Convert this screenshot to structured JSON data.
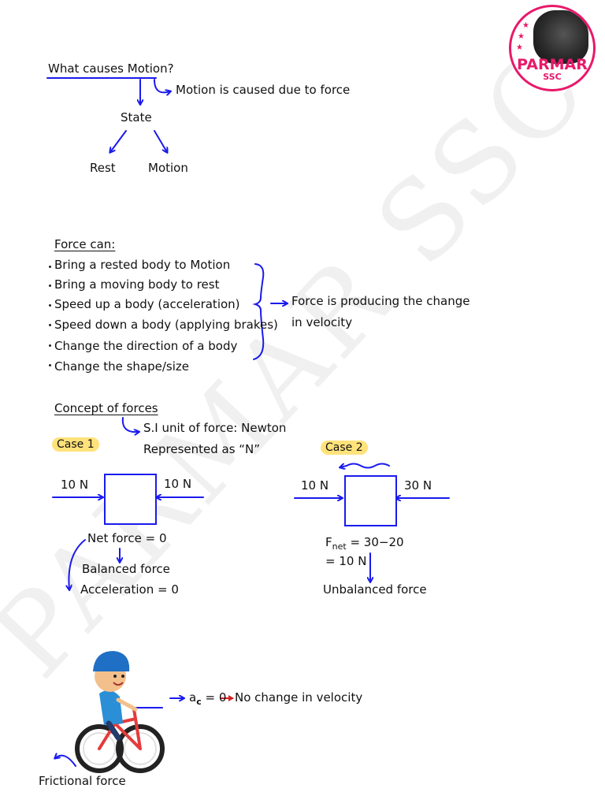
{
  "watermark": "PARMAR SSC",
  "logo": {
    "name": "PARMAR",
    "sub": "SSC"
  },
  "colors": {
    "arrow": "#1a1aee",
    "ink": "#111111",
    "highlight": "#ffe27a",
    "brand": "#e8196a",
    "red_arrow": "#d62020"
  },
  "motion": {
    "question": "What causes Motion?",
    "answer": "Motion is caused due to force",
    "state": "State",
    "rest": "Rest",
    "motion": "Motion"
  },
  "force_can": {
    "heading": "Force can:",
    "items": [
      "Bring a rested body to Motion",
      "Bring a moving body to rest",
      "Speed up a body (acceleration)",
      "Speed down a body (applying brakes)",
      "Change the direction of a body",
      "Change the shape/size"
    ],
    "conclusion_line1": "Force is producing the change",
    "conclusion_line2": "in velocity"
  },
  "concept": {
    "heading": "Concept of forces",
    "si_unit": "S.I unit of force: Newton",
    "represented": "Represented as “N”"
  },
  "case1": {
    "label": "Case 1",
    "left_force": "10 N",
    "right_force": "10 N",
    "net": "Net force = 0",
    "balanced": "Balanced force",
    "acceleration": "Acceleration = 0"
  },
  "case2": {
    "label": "Case 2",
    "left_force": "10 N",
    "right_force": "30 N",
    "fnet_f": "F",
    "fnet_sub": "net",
    "fnet_rest": " = 30−20",
    "result": "= 10 N",
    "unbalanced": "Unbalanced force"
  },
  "cyclist": {
    "a_symbol": "a",
    "a_sub": "c",
    "a_value": " = 0",
    "no_change": "No change in velocity",
    "friction": "Frictional force"
  }
}
